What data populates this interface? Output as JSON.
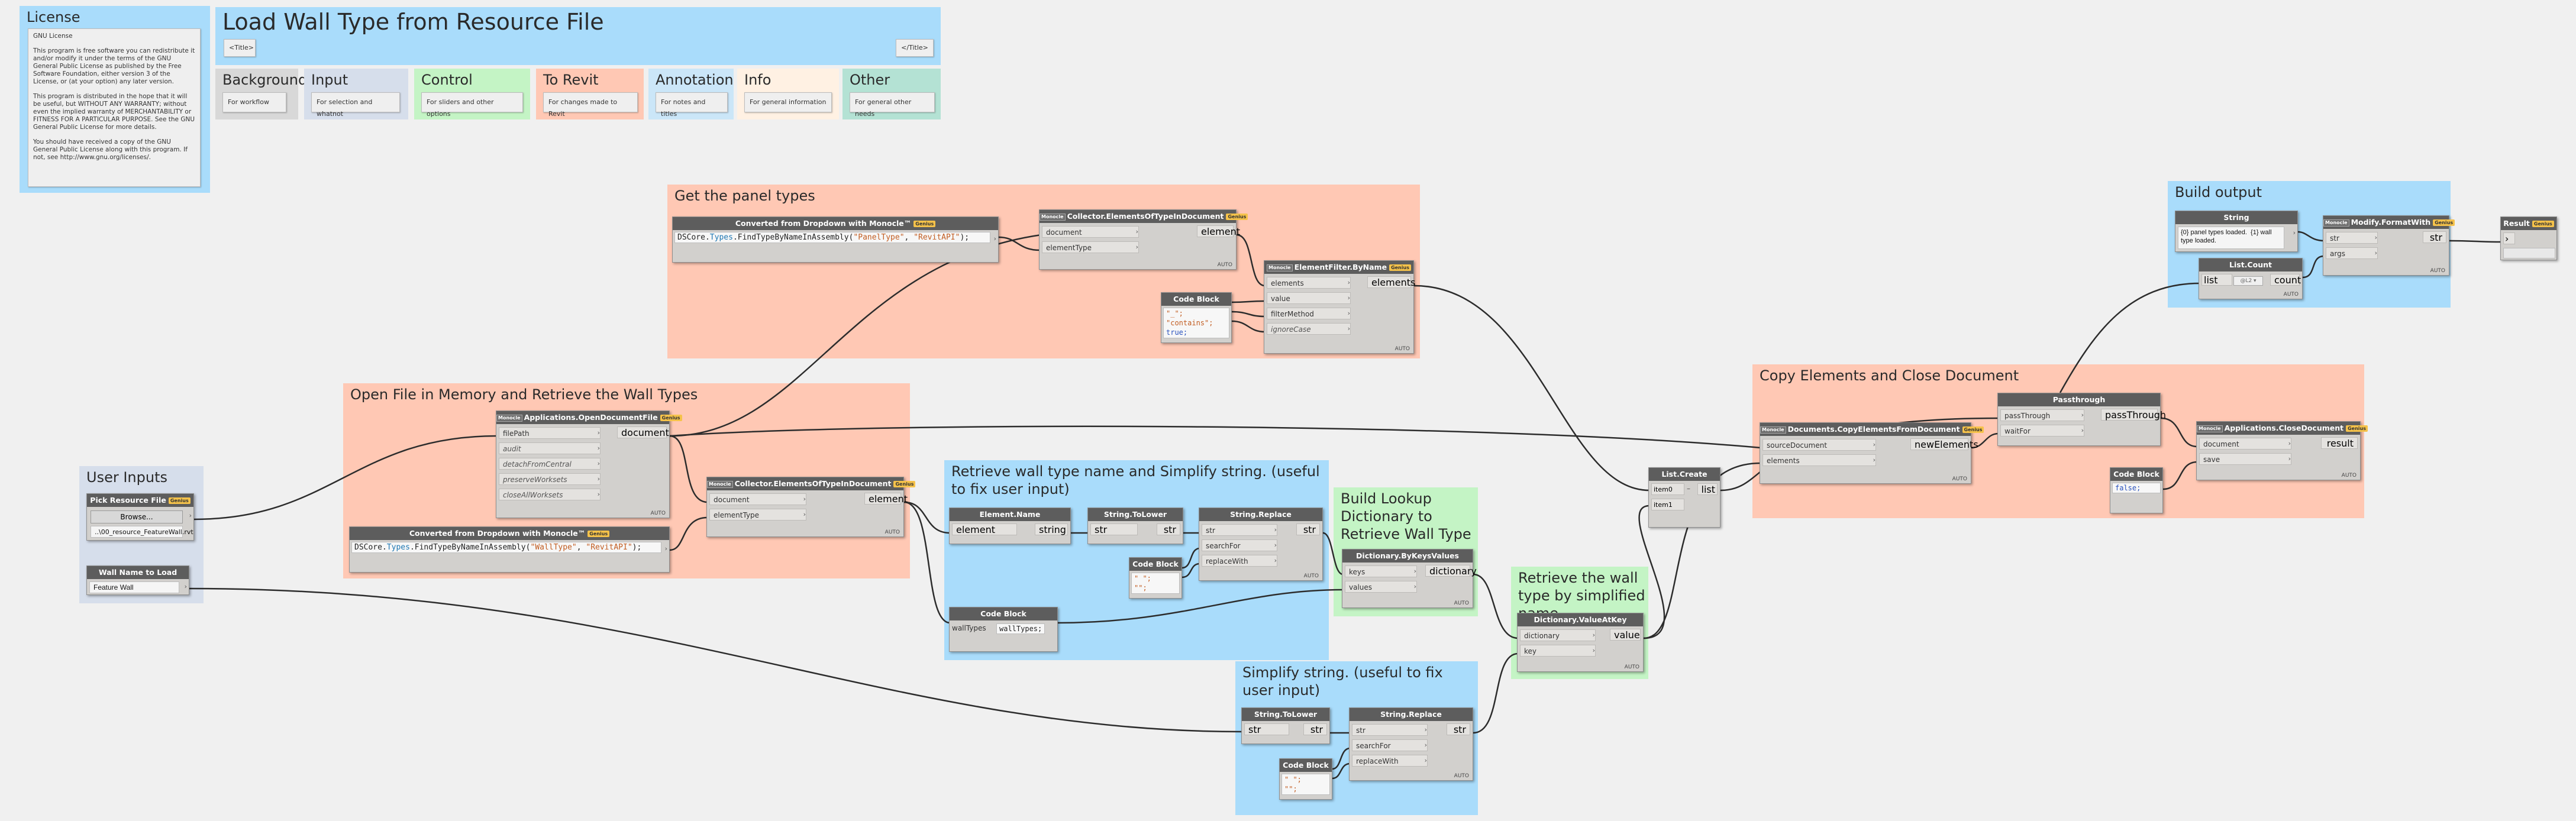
{
  "groups": {
    "license": {
      "title": "License"
    },
    "main_title": {
      "title": "Load Wall Type from Resource File"
    },
    "background": {
      "title": "Background",
      "note": "For workflow"
    },
    "input": {
      "title": "Input",
      "note": "For selection and whatnot"
    },
    "control": {
      "title": "Control",
      "note": "For sliders and other options"
    },
    "to_revit": {
      "title": "To Revit",
      "note": "For changes made to Revit"
    },
    "annotation": {
      "title": "Annotation",
      "note": "For notes and titles"
    },
    "info": {
      "title": "Info",
      "note": "For general information"
    },
    "other": {
      "title": "Other",
      "note": "For general other needs"
    },
    "user_inputs": {
      "title": "User Inputs"
    },
    "open_file": {
      "title": "Open File in Memory and Retrieve the Wall Types"
    },
    "panel_types": {
      "title": "Get the panel types"
    },
    "retrieve_wall_type": {
      "title": "Retrieve wall type name and Simplify string. (useful to fix user input)"
    },
    "build_lookup": {
      "title": "Build Lookup Dictionary to Retrieve Wall Type"
    },
    "retrieve_by_name": {
      "title": "Retrieve the wall type by simplified name"
    },
    "simplify": {
      "title": "Simplify string. (useful to fix user input)"
    },
    "copy_elements": {
      "title": "Copy Elements and Close Document"
    },
    "build_output": {
      "title": "Build output"
    }
  },
  "license_text": [
    "GNU License",
    "This program is free software you can redistribute it and/or modify it under the terms of the GNU General Public License as published by the Free Software Foundation, either version 3 of the License, or (at your option) any later version.",
    "This program is distributed in the hope that it will be useful, but WITHOUT ANY WARRANTY; without even the implied warranty of MERCHANTABILITY or FITNESS FOR A PARTICULAR PURPOSE. See the GNU General Public License for more details.",
    "You should have received a copy of the GNU General Public License along with this program. If not, see http://www.gnu.org/licenses/."
  ],
  "title_tags": {
    "open": "<Title>",
    "close": "</Title>"
  },
  "nodes": {
    "pick_file": {
      "title": "Pick Resource File",
      "button": "Browse...",
      "path": "..\\00_resource_FeatureWall.rvt"
    },
    "wall_name": {
      "title": "Wall Name to Load",
      "value": "Feature Wall"
    },
    "open_doc": {
      "title": "Applications.OpenDocumentFile",
      "in": [
        "filePath",
        "audit",
        "detachFromCentral",
        "preserveWorksets",
        "closeAllWorksets"
      ],
      "out": "document"
    },
    "dropdown_wall": {
      "title": "Converted from Dropdown with Monocle™",
      "code_prefix": "DSCore.",
      "code_type": "Types",
      "code_mid": ".FindTypeByNameInAssembly(",
      "code_s1": "\"WallType\"",
      "code_sep": ", ",
      "code_s2": "\"RevitAPI\"",
      "code_end": ");"
    },
    "collector_wall": {
      "title": "Collector.ElementsOfTypeInDocument",
      "in": [
        "document",
        "elementType"
      ],
      "out": "element"
    },
    "dropdown_panel": {
      "title": "Converted from Dropdown with Monocle™",
      "code_prefix": "DSCore.",
      "code_type": "Types",
      "code_mid": ".FindTypeByNameInAssembly(",
      "code_s1": "\"PanelType\"",
      "code_sep": ", ",
      "code_s2": "\"RevitAPI\"",
      "code_end": ");"
    },
    "collector_panel": {
      "title": "Collector.ElementsOfTypeInDocument",
      "in": [
        "document",
        "elementType"
      ],
      "out": "element"
    },
    "code_filter": {
      "title": "Code Block",
      "l1": "\"_\";",
      "l2": "\"contains\";",
      "l3": "true;"
    },
    "filter_byname": {
      "title": "ElementFilter.ByName",
      "in": [
        "elements",
        "value",
        "filterMethod",
        "ignoreCase"
      ],
      "out": "elements"
    },
    "element_name": {
      "title": "Element.Name",
      "in": "element",
      "out": "string"
    },
    "tolower1": {
      "title": "String.ToLower",
      "in": "str",
      "out": "str"
    },
    "replace1": {
      "title": "String.Replace",
      "in": [
        "str",
        "searchFor",
        "replaceWith"
      ],
      "out": "str"
    },
    "code_space1": {
      "title": "Code Block",
      "l1": "\" \";",
      "l2": "\"\";"
    },
    "code_walltypes": {
      "title": "Code Block",
      "code": "wallTypes;"
    },
    "dict_bykeys": {
      "title": "Dictionary.ByKeysValues",
      "in": [
        "keys",
        "values"
      ],
      "out": "dictionary"
    },
    "dict_valueat": {
      "title": "Dictionary.ValueAtKey",
      "in": [
        "dictionary",
        "key"
      ],
      "out": "value"
    },
    "tolower2": {
      "title": "String.ToLower",
      "in": "str",
      "out": "str"
    },
    "replace2": {
      "title": "String.Replace",
      "in": [
        "str",
        "searchFor",
        "replaceWith"
      ],
      "out": "str"
    },
    "code_space2": {
      "title": "Code Block",
      "l1": "\" \";",
      "l2": "\"\";"
    },
    "list_create": {
      "title": "List.Create",
      "in": [
        "item0",
        "item1"
      ],
      "out": "list"
    },
    "copy_elements": {
      "title": "Documents.CopyElementsFromDocument",
      "in": [
        "sourceDocument",
        "elements"
      ],
      "out": "newElements"
    },
    "passthrough": {
      "title": "Passthrough",
      "in": [
        "passThrough",
        "waitFor"
      ],
      "out": "passThrough"
    },
    "code_false": {
      "title": "Code Block",
      "code": "false;"
    },
    "close_doc": {
      "title": "Applications.CloseDocument",
      "in": [
        "document",
        "save"
      ],
      "out": "result"
    },
    "string_node": {
      "title": "String",
      "value": "{0} panel types loaded.  {1} wall type loaded."
    },
    "list_count": {
      "title": "List.Count",
      "in": "list",
      "out": "count"
    },
    "format_with": {
      "title": "Modify.FormatWith",
      "in": [
        "str",
        "args"
      ],
      "out": "str"
    },
    "result": {
      "title": "Result"
    }
  },
  "labels": {
    "auto": "AUTO",
    "pkg": "Monocle",
    "tag": "Genius"
  }
}
